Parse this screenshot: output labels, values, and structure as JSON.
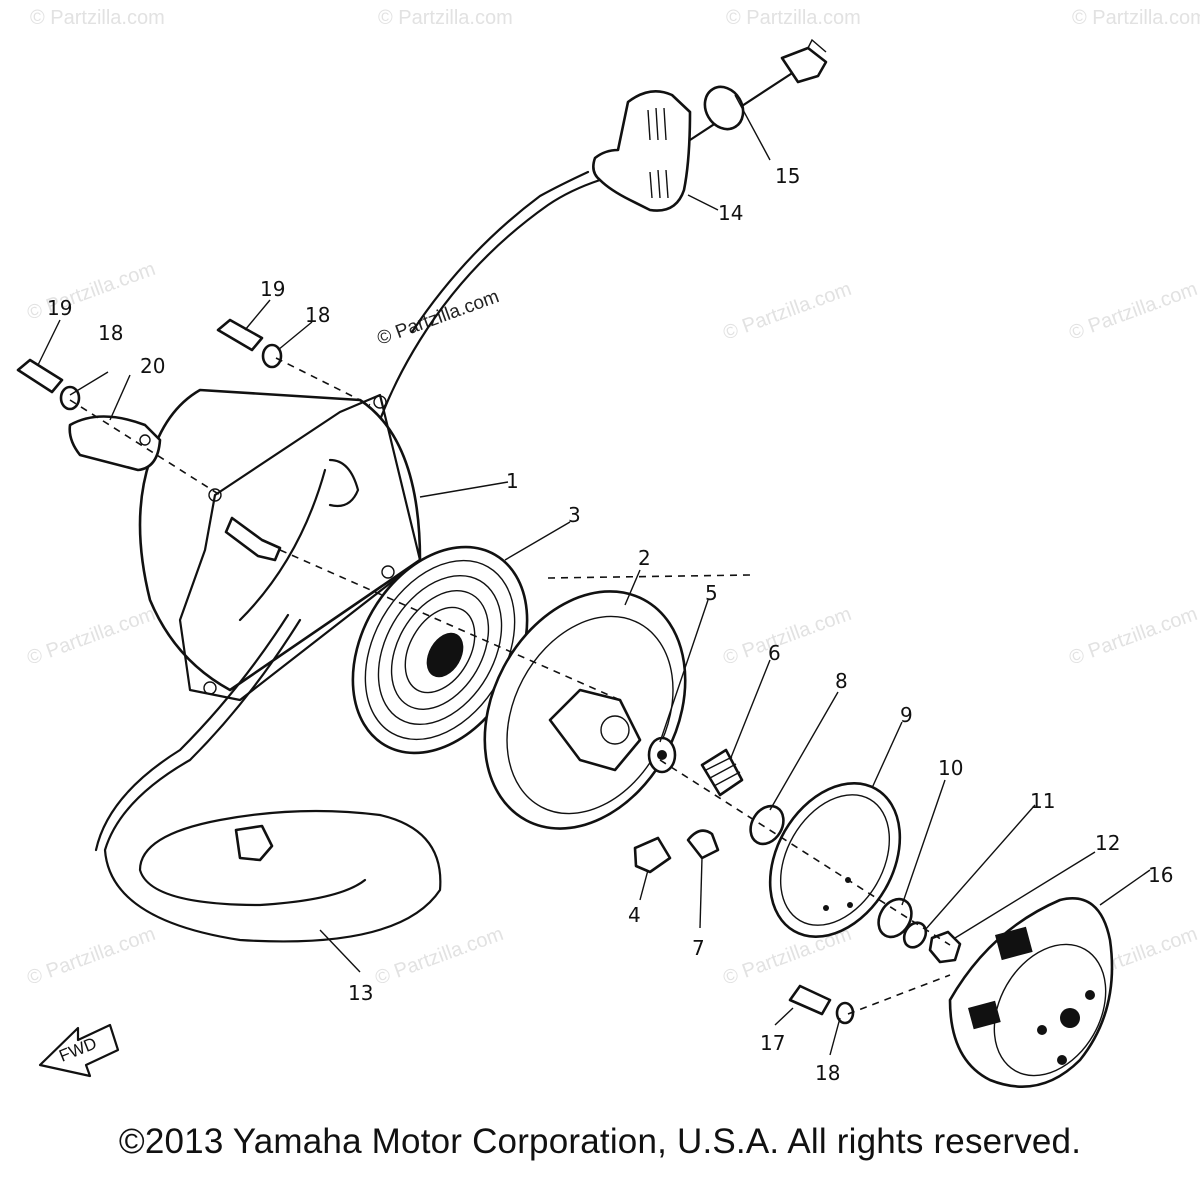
{
  "watermark_text": "© Partzilla.com",
  "diagram_watermark_label": "© Partzilla.com",
  "fwd_label": "FWD",
  "copyright": "©2013 Yamaha Motor Corporation, U.S.A. All rights reserved.",
  "callouts": {
    "c1": "1",
    "c2": "2",
    "c3": "3",
    "c4": "4",
    "c5": "5",
    "c6": "6",
    "c7": "7",
    "c8": "8",
    "c9": "9",
    "c10": "10",
    "c11": "11",
    "c12": "12",
    "c13": "13",
    "c14": "14",
    "c15": "15",
    "c16": "16",
    "c17": "17",
    "c18a": "18",
    "c18b": "18",
    "c18c": "18",
    "c19a": "19",
    "c19b": "19",
    "c20": "20"
  }
}
